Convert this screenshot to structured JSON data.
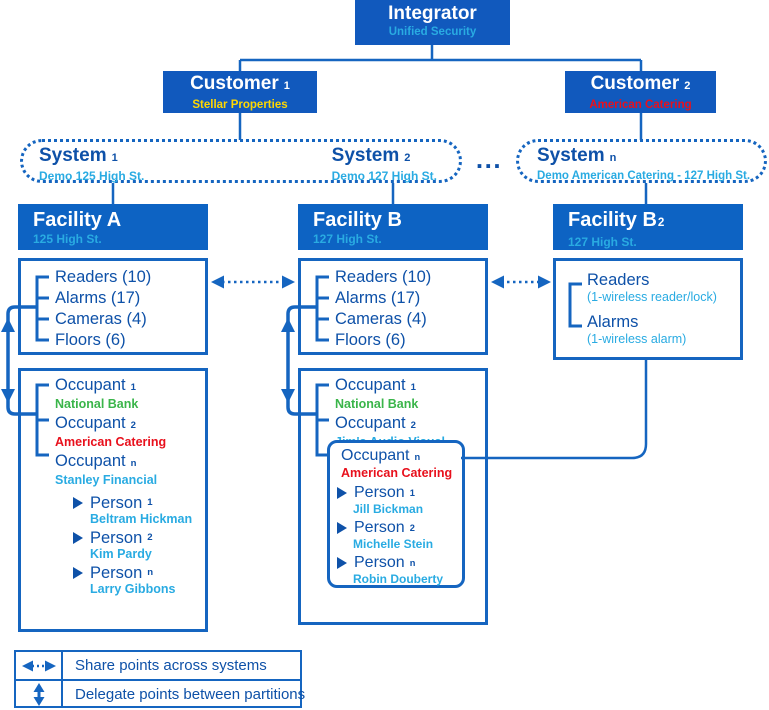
{
  "colors": {
    "header_fill_blue": "#1159bd",
    "facility_fill_blue": "#0d63c3",
    "line_blue": "#1565c0",
    "navy_text": "#0e51a8",
    "cyan": "#29abe2",
    "yellow": "#ffd800",
    "red": "#e8101c",
    "green": "#3ab54a"
  },
  "integrator": {
    "title": "Integrator",
    "subtitle": "Unified Security"
  },
  "customer1": {
    "title": "Customer",
    "sub": "1",
    "company": "Stellar Properties",
    "company_color": "#ffd800"
  },
  "customer2": {
    "title": "Customer",
    "sub": "2",
    "company": "American Catering",
    "company_color": "#e8101c"
  },
  "system1": {
    "title": "System",
    "sub": "1",
    "subtitle": "Demo 125 High St."
  },
  "system2": {
    "title": "System",
    "sub": "2",
    "subtitle": "Demo 127 High St."
  },
  "system_ellipsis": "...",
  "systemn": {
    "title": "System",
    "sub": "n",
    "subtitle": "Demo American Catering - 127 High St."
  },
  "facility_a": {
    "title": "Facility A",
    "subtitle": "125 High St.",
    "points": [
      "Readers (10)",
      "Alarms (17)",
      "Cameras (4)",
      "Floors (6)"
    ]
  },
  "facility_b": {
    "title": "Facility B",
    "subtitle": "127 High St.",
    "points": [
      "Readers (10)",
      "Alarms (17)",
      "Cameras (4)",
      "Floors (6)"
    ]
  },
  "facility_b2": {
    "title": "Facility B",
    "sub": "2",
    "subtitle": "127 High St.",
    "points": [
      {
        "label": "Readers",
        "note": "(1-wireless reader/lock)"
      },
      {
        "label": "Alarms",
        "note": "(1-wireless alarm)"
      }
    ]
  },
  "occupants_a": {
    "items": [
      {
        "label": "Occupant",
        "sub": "1",
        "name": "National Bank",
        "name_color": "#3ab54a"
      },
      {
        "label": "Occupant",
        "sub": "2",
        "name": "American Catering",
        "name_color": "#e8101c"
      },
      {
        "label": "Occupant",
        "sub": "n",
        "name": "Stanley Financial",
        "name_color": "#29abe2"
      }
    ],
    "persons": [
      {
        "label": "Person",
        "sub": "1",
        "name": "Beltram Hickman"
      },
      {
        "label": "Person",
        "sub": "2",
        "name": "Kim Pardy"
      },
      {
        "label": "Person",
        "sub": "n",
        "name": "Larry Gibbons"
      }
    ]
  },
  "occupants_b": {
    "items": [
      {
        "label": "Occupant",
        "sub": "1",
        "name": "National Bank",
        "name_color": "#3ab54a"
      },
      {
        "label": "Occupant",
        "sub": "2",
        "name": "Jim's Audio Visual",
        "name_color": "#29abe2"
      }
    ],
    "nested": {
      "occupant": {
        "label": "Occupant",
        "sub": "n",
        "name": "American Catering",
        "name_color": "#e8101c"
      },
      "persons": [
        {
          "label": "Person",
          "sub": "1",
          "name": "Jill Bickman"
        },
        {
          "label": "Person",
          "sub": "2",
          "name": "Michelle Stein"
        },
        {
          "label": "Person",
          "sub": "n",
          "name": "Robin Douberty"
        }
      ]
    }
  },
  "legend": {
    "rows": [
      "Share points across systems",
      "Delegate points between partitions"
    ]
  }
}
